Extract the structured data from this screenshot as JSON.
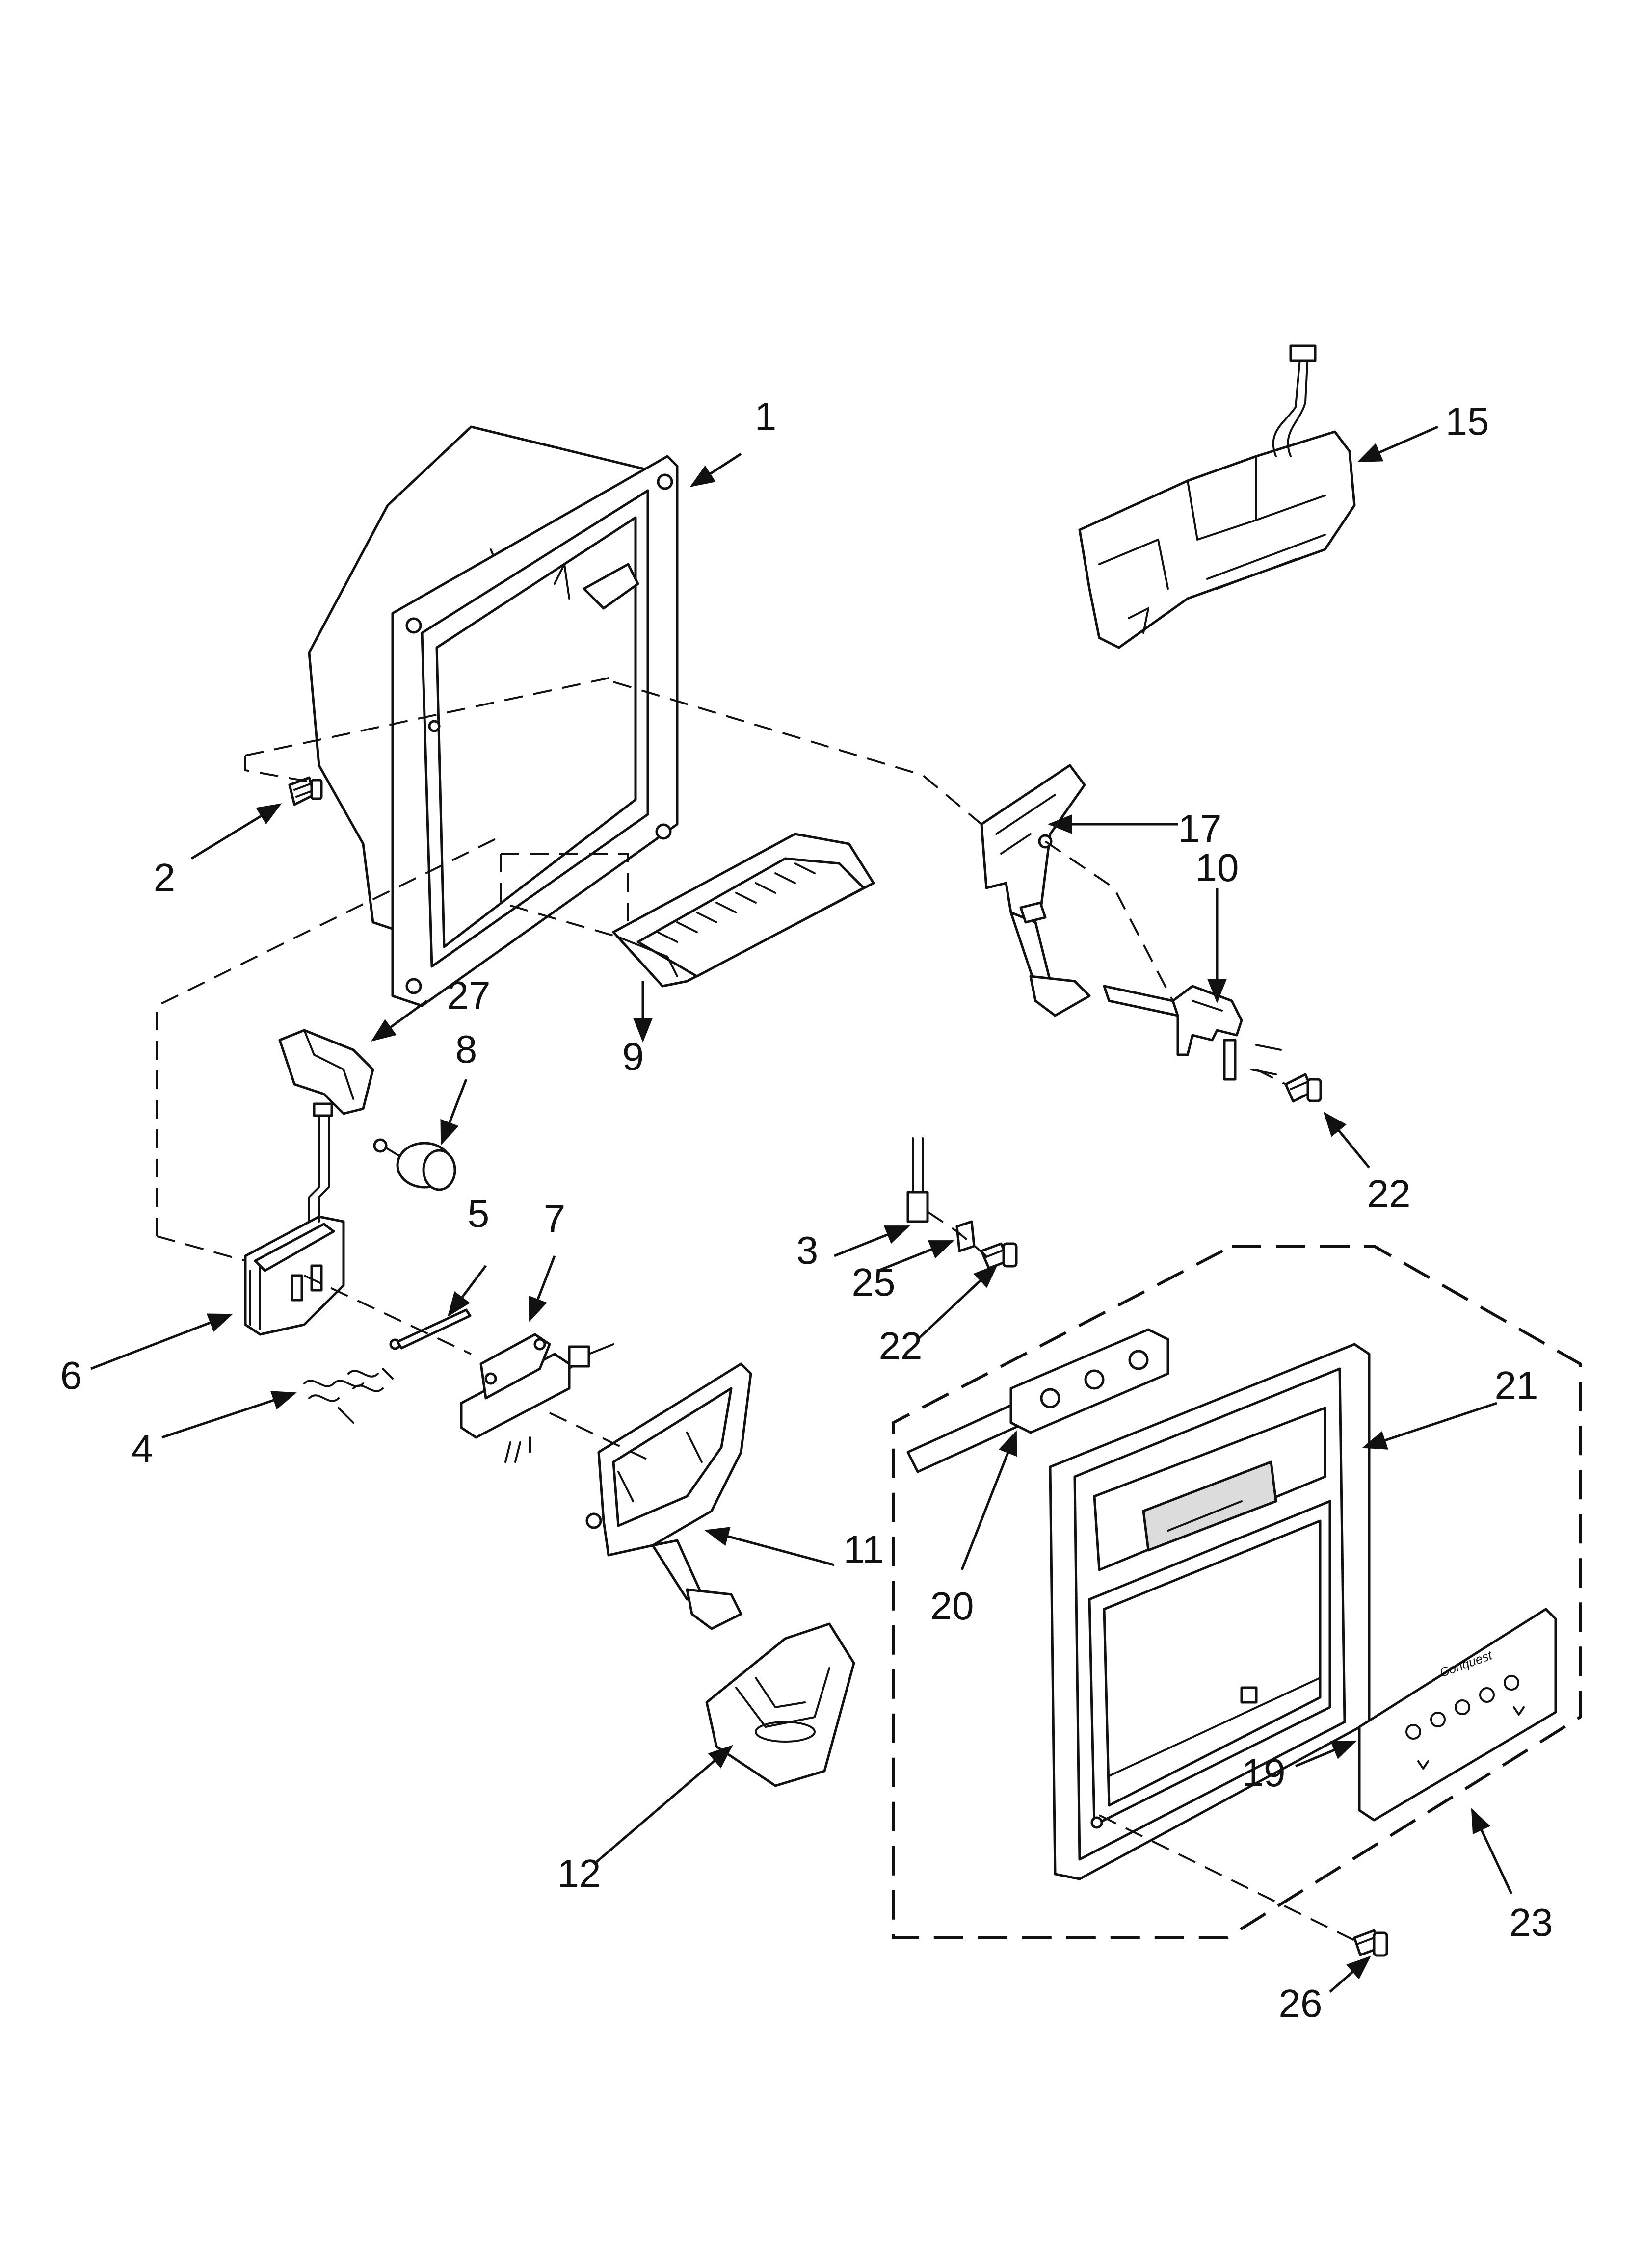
{
  "callouts": {
    "c1": "1",
    "c2": "2",
    "c3": "3",
    "c4": "4",
    "c5": "5",
    "c6": "6",
    "c7": "7",
    "c8": "8",
    "c9": "9",
    "c10": "10",
    "c11": "11",
    "c12": "12",
    "c15": "15",
    "c17": "17",
    "c19": "19",
    "c20": "20",
    "c21": "21",
    "c22a": "22",
    "c22b": "22",
    "c23": "23",
    "c25": "25",
    "c26": "26",
    "c27": "27"
  },
  "panel_brand": "Conquest"
}
